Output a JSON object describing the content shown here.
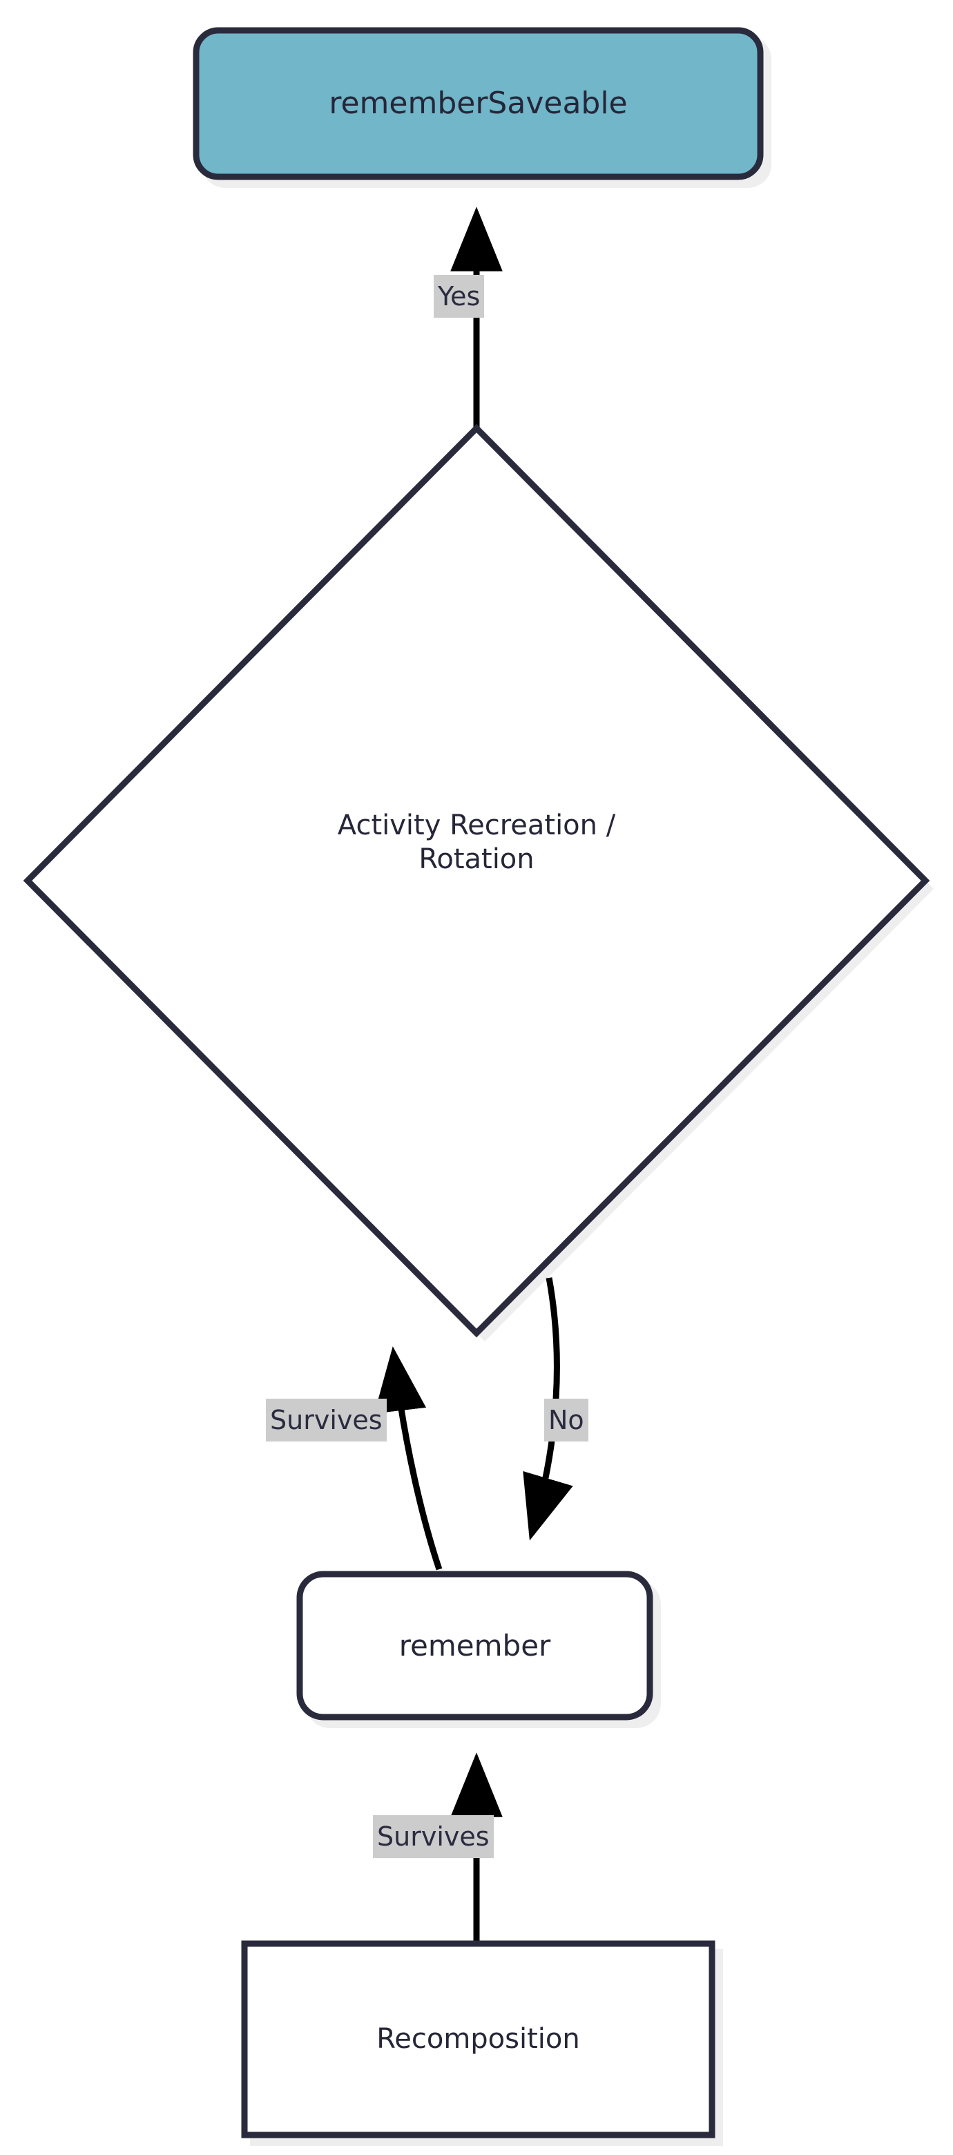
{
  "diagram": {
    "type": "flowchart",
    "direction": "bottom-to-top",
    "background_color": "#ffffff",
    "stroke_color": "#2a2a3d",
    "accent_color": "#71b6c9",
    "shadow_color": "#eeeeee",
    "edge_label_bg": "#cccccc",
    "text_color": "#262638",
    "nodes": [
      {
        "id": "remembersaveable",
        "label": "rememberSaveable",
        "shape": "stadium",
        "fill": "#71b6c9"
      },
      {
        "id": "decision",
        "label": "Activity Recreation /\nRotation",
        "shape": "diamond",
        "fill": "#ffffff"
      },
      {
        "id": "remember",
        "label": "remember",
        "shape": "rounded-rect",
        "fill": "#ffffff"
      },
      {
        "id": "recomposition",
        "label": "Recomposition",
        "shape": "rect",
        "fill": "#ffffff"
      }
    ],
    "edges": [
      {
        "id": "yes",
        "from": "decision",
        "to": "remembersaveable",
        "label": "Yes"
      },
      {
        "id": "survives-top",
        "from": "remember",
        "to": "decision",
        "label": "Survives"
      },
      {
        "id": "no",
        "from": "decision",
        "to": "remember",
        "label": "No"
      },
      {
        "id": "survives-bottom",
        "from": "recomposition",
        "to": "remember",
        "label": "Survives"
      }
    ]
  }
}
